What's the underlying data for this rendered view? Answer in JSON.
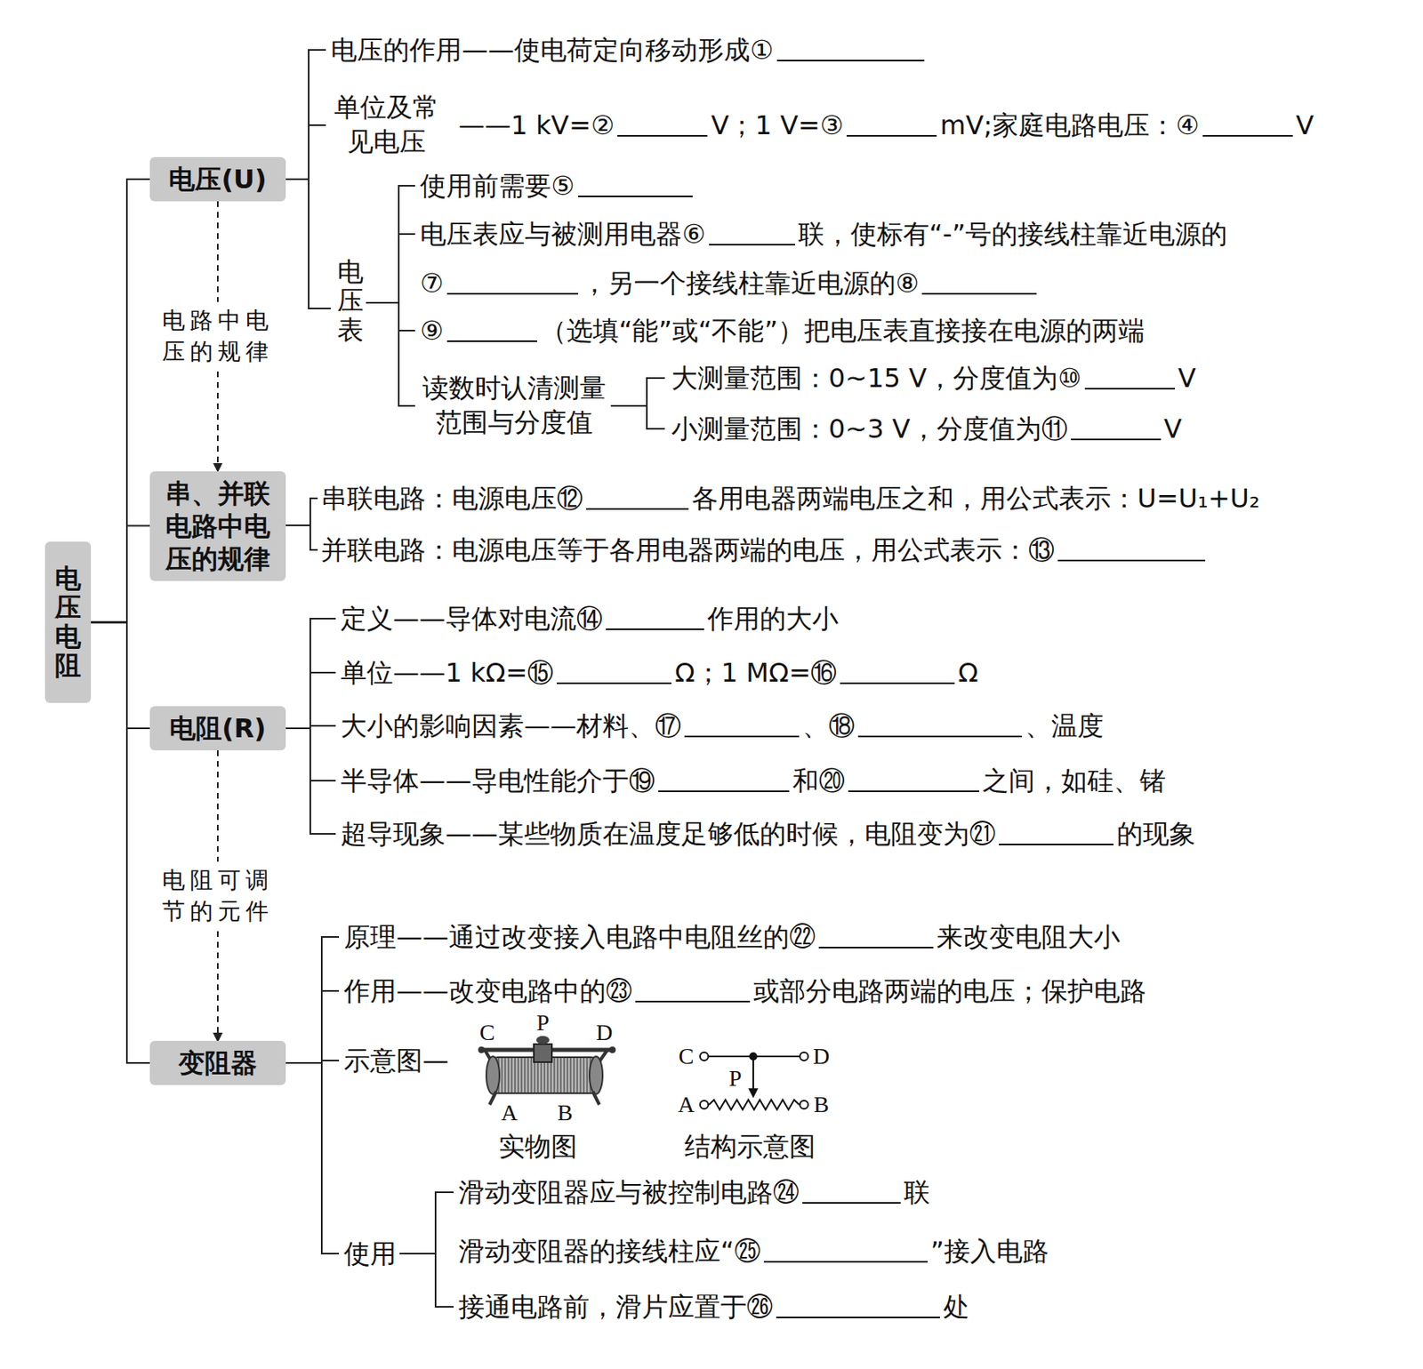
{
  "diagram": {
    "nodes": [
      {
        "text": [
          "电压 电阻"
        ]
      },
      {
        "text": [
          "电压(U)"
        ]
      },
      {
        "text": [
          "串、并联电路中电压的规律"
        ]
      },
      {
        "text": [
          "电阻(R)"
        ]
      },
      {
        "text": [
          "变阻器"
        ]
      }
    ],
    "edges": [
      {
        "from": 0,
        "to": 1,
        "arrow": "none"
      },
      {
        "from": 0,
        "to": 2,
        "arrow": "none"
      },
      {
        "from": 0,
        "to": 3,
        "arrow": "none"
      },
      {
        "from": 0,
        "to": 4,
        "arrow": "none"
      },
      {
        "from": 1,
        "to": 2,
        "arrow": "to",
        "label": "电路中电压的规律"
      },
      {
        "from": 3,
        "to": 4,
        "arrow": "to",
        "label": "电阻可调节的元件"
      }
    ],
    "labels": [
      "电压的作用——使电荷定向移动形成①",
      "单位及常见电压",
      "——1 kV=②",
      "V；1 V=③",
      "mV;家庭电路电压：④",
      "V",
      "电压表",
      "使用前需要⑤",
      "电压表应与被测用电器⑥",
      "联，使标有“-”号的接线柱靠近电源的",
      "⑦",
      "，另一个接线柱靠近电源的⑧",
      "⑨",
      "（选填“能”或“不能”）把电压表直接接在电源的两端",
      "读数时认清测量范围与分度值",
      "大测量范围：0~15 V，分度值为⑩",
      "V",
      "小测量范围：0~3 V，分度值为⑪",
      "V",
      "串联电路：电源电压⑫",
      "各用电器两端电压之和，用公式表示：U=U₁+U₂",
      "并联电路：电源电压等于各用电器两端的电压，用公式表示：⑬",
      "定义——导体对电流⑭",
      "作用的大小",
      "单位——1 kΩ=⑮",
      "Ω；1 MΩ=⑯",
      "Ω",
      "大小的影响因素——材料、⑰",
      "、⑱",
      "、温度",
      "半导体——导电性能介于⑲",
      "和⑳",
      "之间，如硅、锗",
      "超导现象——某些物质在温度足够低的时候，电阻变为㉑",
      "的现象",
      "原理——通过改变接入电路中电阻丝的㉒",
      "来改变电阻大小",
      "作用——改变电路中的㉓",
      "或部分电路两端的电压；保护电路",
      "示意图—",
      "C",
      "P",
      "D",
      "A",
      "B",
      "实物图",
      "C",
      "D",
      "P",
      "A",
      "B",
      "结构示意图",
      "使用",
      "滑动变阻器应与被控制电路㉔",
      "联",
      "滑动变阻器的接线柱应“㉕",
      "”接入电路",
      "接通电路前，滑片应置于㉖",
      "处"
    ]
  }
}
